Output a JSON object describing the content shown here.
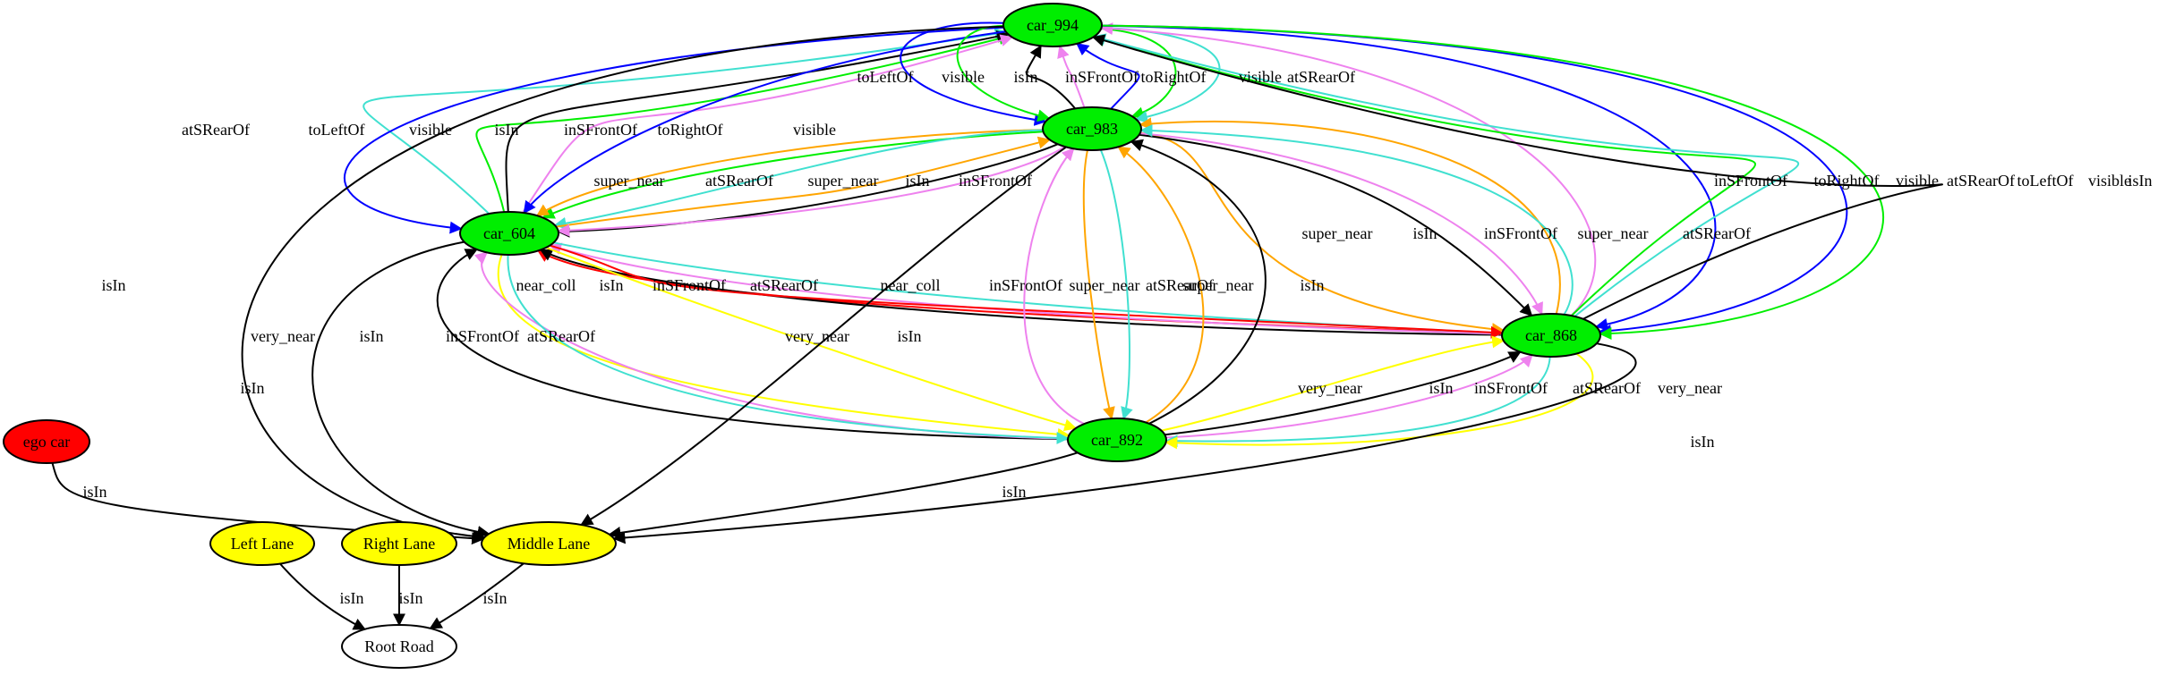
{
  "graph": {
    "nodes": {
      "car_994": {
        "label": "car_994",
        "fill": "#00ee00"
      },
      "car_983": {
        "label": "car_983",
        "fill": "#00ee00"
      },
      "car_604": {
        "label": "car_604",
        "fill": "#00ee00"
      },
      "car_868": {
        "label": "car_868",
        "fill": "#00ee00"
      },
      "car_892": {
        "label": "car_892",
        "fill": "#00ee00"
      },
      "ego_car": {
        "label": "ego car",
        "fill": "#ff0000"
      },
      "left_lane": {
        "label": "Left Lane",
        "fill": "#ffff00"
      },
      "right_lane": {
        "label": "Right Lane",
        "fill": "#ffff00"
      },
      "middle_lane": {
        "label": "Middle Lane",
        "fill": "#ffff00"
      },
      "root_road": {
        "label": "Root Road",
        "fill": "#ffffff"
      }
    },
    "edges": [
      {
        "from": "car_604",
        "to": "car_994",
        "label": "atSRearOf",
        "color": "#40e0d0"
      },
      {
        "from": "car_994",
        "to": "car_604",
        "label": "toLeftOf",
        "color": "#0000ff"
      },
      {
        "from": "car_604",
        "to": "car_994",
        "label": "visible",
        "color": "#00ee00"
      },
      {
        "from": "car_604",
        "to": "car_994",
        "label": "isIn",
        "color": "#000000"
      },
      {
        "from": "car_604",
        "to": "car_994",
        "label": "inSFrontOf",
        "color": "#ee82ee"
      },
      {
        "from": "car_994",
        "to": "car_604",
        "label": "toRightOf",
        "color": "#0000ff"
      },
      {
        "from": "car_983",
        "to": "car_604",
        "label": "visible",
        "color": "#00ee00"
      },
      {
        "from": "car_994",
        "to": "car_983",
        "label": "toLeftOf",
        "color": "#0000ff"
      },
      {
        "from": "car_994",
        "to": "car_983",
        "label": "visible",
        "color": "#00ee00"
      },
      {
        "from": "car_983",
        "to": "car_994",
        "label": "isIn",
        "color": "#000000"
      },
      {
        "from": "car_983",
        "to": "car_994",
        "label": "inSFrontOf",
        "color": "#ee82ee"
      },
      {
        "from": "car_983",
        "to": "car_994",
        "label": "toRightOf",
        "color": "#0000ff"
      },
      {
        "from": "car_994",
        "to": "car_983",
        "label": "visible",
        "color": "#00ee00"
      },
      {
        "from": "car_994",
        "to": "car_983",
        "label": "atSRearOf",
        "color": "#40e0d0"
      },
      {
        "from": "car_983",
        "to": "car_604",
        "label": "super_near",
        "color": "#ffa500"
      },
      {
        "from": "car_983",
        "to": "car_604",
        "label": "atSRearOf",
        "color": "#40e0d0"
      },
      {
        "from": "car_604",
        "to": "car_983",
        "label": "super_near",
        "color": "#ffa500"
      },
      {
        "from": "car_983",
        "to": "car_604",
        "label": "isIn",
        "color": "#000000"
      },
      {
        "from": "car_983",
        "to": "car_604",
        "label": "inSFrontOf",
        "color": "#ee82ee"
      },
      {
        "from": "car_983",
        "to": "car_868",
        "label": "super_near",
        "color": "#ffa500"
      },
      {
        "from": "car_983",
        "to": "car_868",
        "label": "isIn",
        "color": "#000000"
      },
      {
        "from": "car_983",
        "to": "car_868",
        "label": "inSFrontOf",
        "color": "#ee82ee"
      },
      {
        "from": "car_868",
        "to": "car_983",
        "label": "super_near",
        "color": "#ffa500"
      },
      {
        "from": "car_868",
        "to": "car_983",
        "label": "atSRearOf",
        "color": "#40e0d0"
      },
      {
        "from": "car_868",
        "to": "car_994",
        "label": "inSFrontOf",
        "color": "#ee82ee"
      },
      {
        "from": "car_994",
        "to": "car_868",
        "label": "toRightOf",
        "color": "#0000ff"
      },
      {
        "from": "car_868",
        "to": "car_994",
        "label": "visible",
        "color": "#00ee00"
      },
      {
        "from": "car_868",
        "to": "car_994",
        "label": "atSRearOf",
        "color": "#40e0d0"
      },
      {
        "from": "car_994",
        "to": "car_868",
        "label": "toLeftOf",
        "color": "#0000ff"
      },
      {
        "from": "car_994",
        "to": "car_868",
        "label": "visible",
        "color": "#00ee00"
      },
      {
        "from": "car_868",
        "to": "car_994",
        "label": "isIn",
        "color": "#000000"
      },
      {
        "from": "car_868",
        "to": "car_604",
        "label": "near_coll",
        "color": "#ff0000"
      },
      {
        "from": "car_868",
        "to": "car_604",
        "label": "isIn",
        "color": "#000000"
      },
      {
        "from": "car_868",
        "to": "car_604",
        "label": "inSFrontOf",
        "color": "#ee82ee"
      },
      {
        "from": "car_604",
        "to": "car_868",
        "label": "atSRearOf",
        "color": "#40e0d0"
      },
      {
        "from": "car_604",
        "to": "car_868",
        "label": "near_coll",
        "color": "#ff0000"
      },
      {
        "from": "car_604",
        "to": "car_892",
        "label": "very_near",
        "color": "#ffff00"
      },
      {
        "from": "car_892",
        "to": "car_604",
        "label": "isIn",
        "color": "#000000"
      },
      {
        "from": "car_892",
        "to": "car_604",
        "label": "inSFrontOf",
        "color": "#ee82ee"
      },
      {
        "from": "car_604",
        "to": "car_892",
        "label": "atSRearOf",
        "color": "#40e0d0"
      },
      {
        "from": "car_604",
        "to": "car_892",
        "label": "very_near",
        "color": "#ffff00"
      },
      {
        "from": "car_892",
        "to": "car_983",
        "label": "inSFrontOf",
        "color": "#ee82ee"
      },
      {
        "from": "car_983",
        "to": "car_892",
        "label": "super_near",
        "color": "#ffa500"
      },
      {
        "from": "car_983",
        "to": "car_892",
        "label": "atSRearOf",
        "color": "#40e0d0"
      },
      {
        "from": "car_892",
        "to": "car_983",
        "label": "super_near",
        "color": "#ffa500"
      },
      {
        "from": "car_892",
        "to": "car_983",
        "label": "isIn",
        "color": "#000000"
      },
      {
        "from": "car_892",
        "to": "car_868",
        "label": "very_near",
        "color": "#ffff00"
      },
      {
        "from": "car_892",
        "to": "car_868",
        "label": "isIn",
        "color": "#000000"
      },
      {
        "from": "car_892",
        "to": "car_868",
        "label": "inSFrontOf",
        "color": "#ee82ee"
      },
      {
        "from": "car_868",
        "to": "car_892",
        "label": "atSRearOf",
        "color": "#40e0d0"
      },
      {
        "from": "car_868",
        "to": "car_892",
        "label": "very_near",
        "color": "#ffff00"
      },
      {
        "from": "car_994",
        "to": "middle_lane",
        "label": "isIn",
        "color": "#000000"
      },
      {
        "from": "car_604",
        "to": "middle_lane",
        "label": "isIn",
        "color": "#000000"
      },
      {
        "from": "car_983",
        "to": "middle_lane",
        "label": "isIn",
        "color": "#000000"
      },
      {
        "from": "car_892",
        "to": "middle_lane",
        "label": "isIn",
        "color": "#000000"
      },
      {
        "from": "car_868",
        "to": "middle_lane",
        "label": "isIn",
        "color": "#000000"
      },
      {
        "from": "ego_car",
        "to": "middle_lane",
        "label": "isIn",
        "color": "#000000"
      },
      {
        "from": "left_lane",
        "to": "root_road",
        "label": "isIn",
        "color": "#000000"
      },
      {
        "from": "right_lane",
        "to": "root_road",
        "label": "isIn",
        "color": "#000000"
      },
      {
        "from": "middle_lane",
        "to": "root_road",
        "label": "isIn",
        "color": "#000000"
      }
    ]
  }
}
